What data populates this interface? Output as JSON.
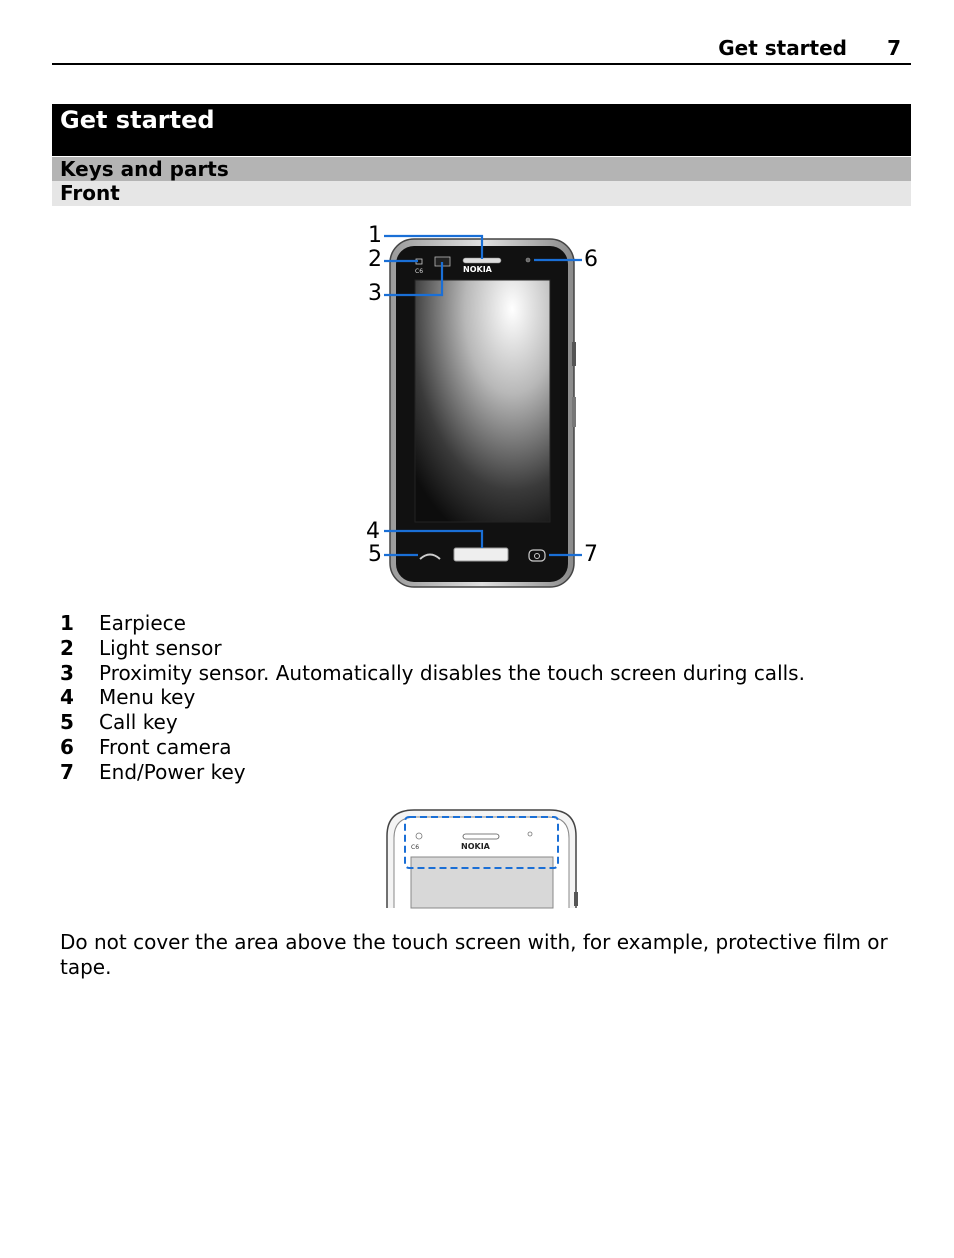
{
  "header": {
    "title": "Get started",
    "page": "7"
  },
  "chapter_title": "Get started",
  "section_title": "Keys and parts",
  "subsection_title": "Front",
  "figure": {
    "callouts": [
      "1",
      "2",
      "3",
      "4",
      "5",
      "6",
      "7"
    ],
    "phone_logo": "NOKIA",
    "phone_model": "C6",
    "accent_color": "#1a6fd6"
  },
  "keys": [
    {
      "num": "1",
      "label": "Earpiece"
    },
    {
      "num": "2",
      "label": "Light sensor"
    },
    {
      "num": "3",
      "label": "Proximity sensor. Automatically disables the touch screen during calls."
    },
    {
      "num": "4",
      "label": "Menu key"
    },
    {
      "num": "5",
      "label": "Call key"
    },
    {
      "num": "6",
      "label": "Front camera"
    },
    {
      "num": "7",
      "label": "End/Power key"
    }
  ],
  "detail_figure": {
    "phone_logo": "NOKIA",
    "phone_model": "C6"
  },
  "note": "Do not cover the area above the touch screen with, for example, protective film or tape."
}
